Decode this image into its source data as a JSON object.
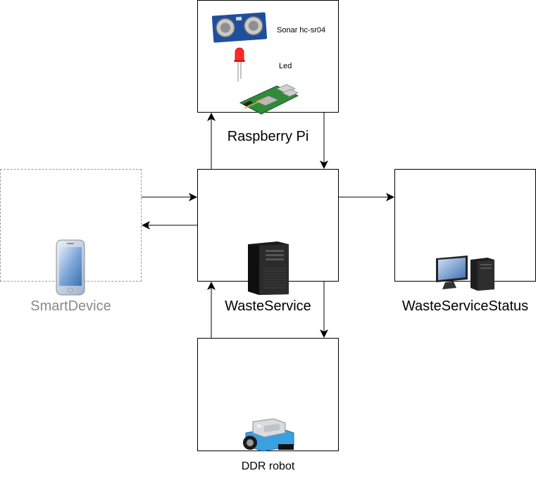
{
  "nodes": {
    "raspberry": {
      "label": "Raspberry Pi",
      "components": {
        "sonar_label": "Sonar hc-sr04",
        "led_label": "Led"
      },
      "icons": [
        "sonar-sensor-icon",
        "led-icon",
        "raspberry-pi-board-icon"
      ]
    },
    "smartdevice": {
      "label": "SmartDevice",
      "icon": "smartphone-icon"
    },
    "wasteservice": {
      "label": "WasteService",
      "icon": "server-tower-icon"
    },
    "wasteservicestatus": {
      "label": "WasteServiceStatus",
      "icon": "desktop-computer-icon"
    },
    "ddr": {
      "label": "DDR robot",
      "icon": "robot-car-icon"
    }
  },
  "edges": [
    {
      "from": "wasteservice",
      "to": "raspberry"
    },
    {
      "from": "raspberry",
      "to": "wasteservice"
    },
    {
      "from": "smartdevice",
      "to": "wasteservice"
    },
    {
      "from": "wasteservice",
      "to": "smartdevice"
    },
    {
      "from": "wasteservice",
      "to": "wasteservicestatus"
    },
    {
      "from": "wasteservice",
      "to": "ddr"
    },
    {
      "from": "ddr",
      "to": "wasteservice"
    }
  ],
  "colors": {
    "line": "#000000",
    "dashed_border": "#9a9a9a",
    "muted_text": "#8a8a8a"
  }
}
